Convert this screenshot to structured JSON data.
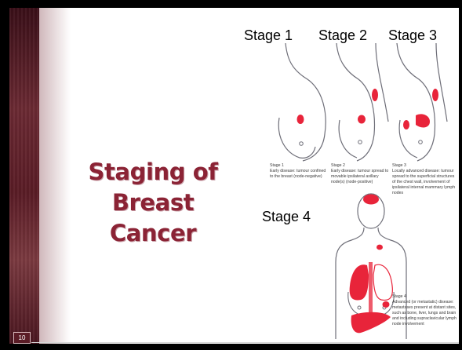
{
  "slide": {
    "page_number": "10",
    "title_line1": "Staging of",
    "title_line2": "Breast Cancer"
  },
  "stages": {
    "s1_label": "Stage 1",
    "s2_label": "Stage 2",
    "s3_label": "Stage 3",
    "s4_label": "Stage 4"
  },
  "captions": {
    "s1": [
      "Stage 1",
      "Early disease: tumour confined",
      "to the breast (node-negative)"
    ],
    "s2": [
      "Stage 2",
      "Early disease: tumour spread to",
      "movable ipsilateral axillary",
      "node(s) (node-positive)"
    ],
    "s3": [
      "Stage 3",
      "Locally advanced disease: tumour",
      "spread to the superficial structures",
      "of the chest wall, involvement of",
      "ipsilateral internal mammary lymph",
      "nodes"
    ],
    "s4": [
      "Stage 4",
      "Advanced (or metastatic) disease:",
      "metastases present at distant sites,",
      "such as bone, liver, lungs and brain",
      "and including supraclavicular lymph",
      "node involvement"
    ]
  },
  "colors": {
    "title": "#8b2335",
    "tumour": "#e8243a",
    "outline": "#6e6e78",
    "band": "#5a1c26"
  }
}
